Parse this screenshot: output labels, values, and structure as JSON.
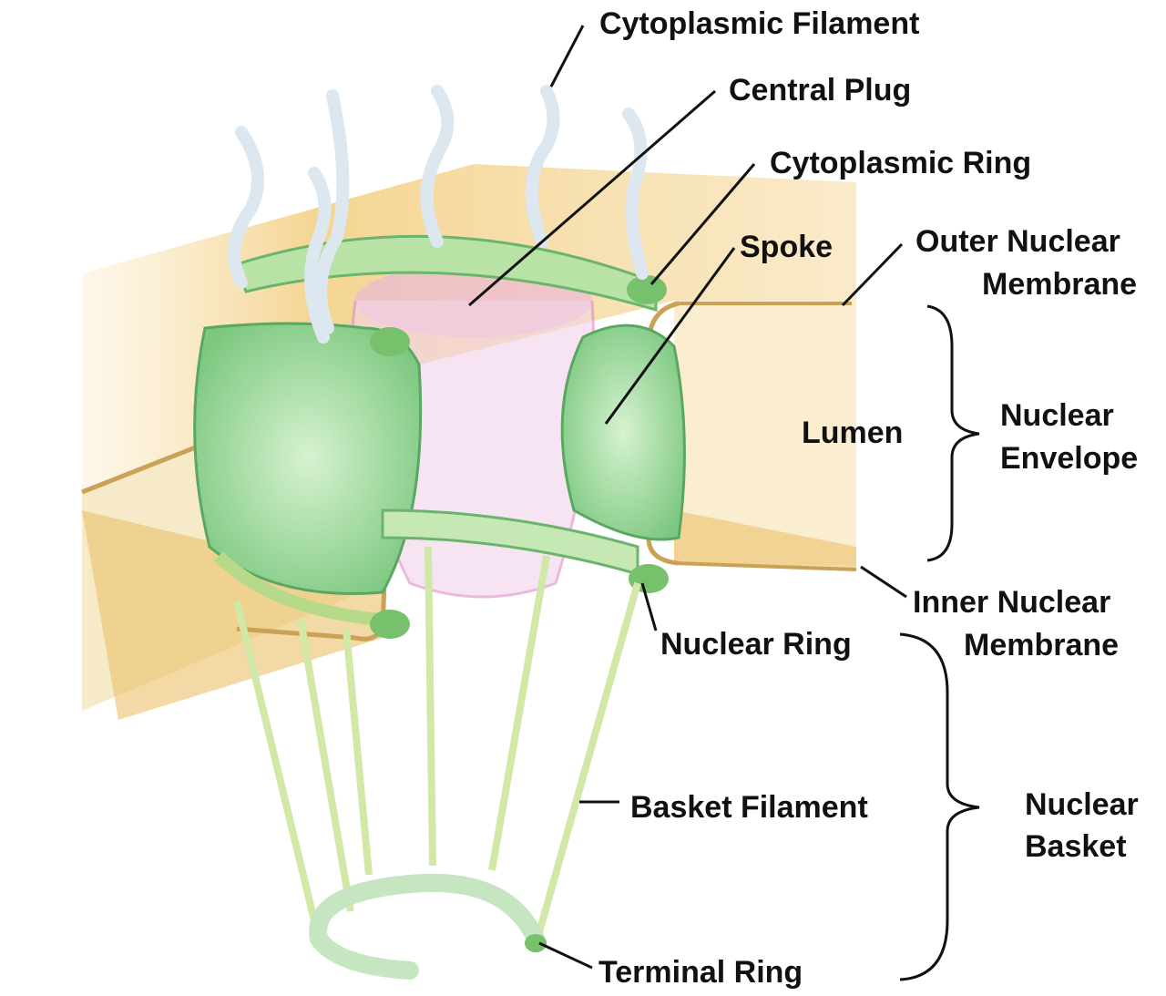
{
  "title": "Nuclear Pore Complex",
  "labels": {
    "cytoplasmic_filament": "Cytoplasmic Filament",
    "central_plug": "Central Plug",
    "cytoplasmic_ring": "Cytoplasmic Ring",
    "spoke": "Spoke",
    "outer_nuclear_membrane": [
      "Outer Nuclear",
      "Membrane"
    ],
    "lumen": "Lumen",
    "nuclear_envelope": [
      "Nuclear",
      "Envelope"
    ],
    "inner_nuclear_membrane": [
      "Inner Nuclear",
      "Membrane"
    ],
    "nuclear_ring": "Nuclear Ring",
    "basket_filament": "Basket Filament",
    "nuclear_basket": [
      "Nuclear",
      "Basket"
    ],
    "terminal_ring": "Terminal Ring"
  },
  "colors": {
    "membrane": "#e8b84a",
    "pore_green": "#9fd89a",
    "plug_pink": "#e59ad0",
    "filament": "#d8e4ef",
    "basket": "#cfe6a0"
  }
}
